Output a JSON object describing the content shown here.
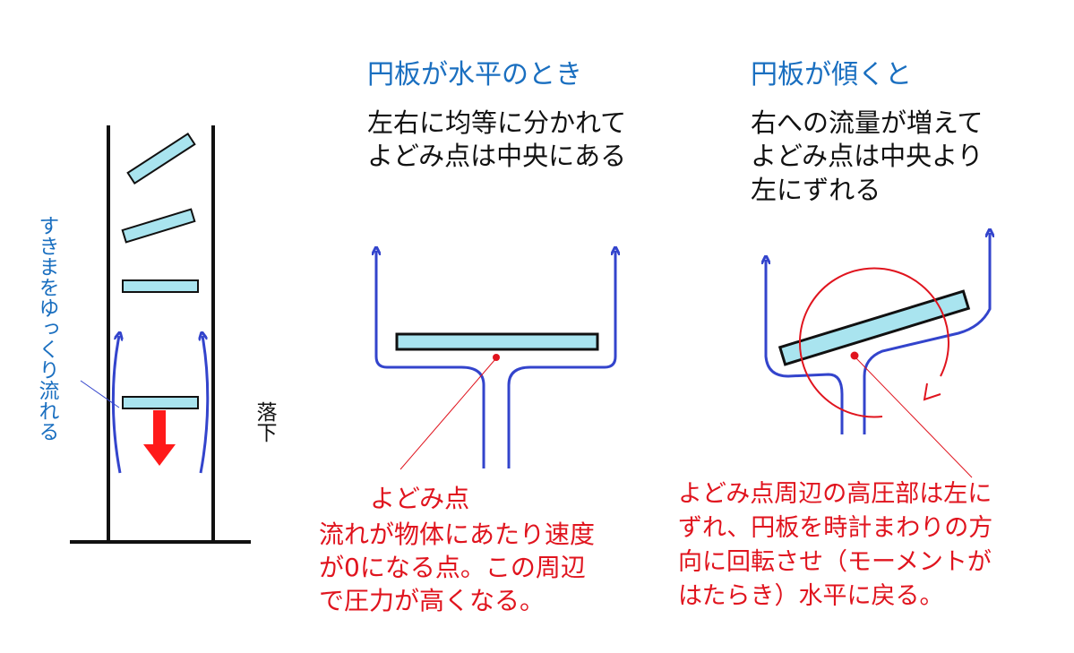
{
  "colors": {
    "flow_blue": "#3344cc",
    "title_blue": "#1a6fc0",
    "disk_fill": "#a9e4ef",
    "red": "#e0141e",
    "black": "#111111"
  },
  "left_panel": {
    "slow_flow_label": "すきまをゆっくり流れる",
    "fall_label": "落下"
  },
  "middle_panel": {
    "title": "円板が水平のとき",
    "desc_line1": "左右に均等に分かれて",
    "desc_line2": "よどみ点は中央にある",
    "note_title": "よどみ点",
    "note_line1": "流れが物体にあたり速度",
    "note_line2": "が0になる点。この周辺",
    "note_line3": "で圧力が高くなる。"
  },
  "right_panel": {
    "title": "円板が傾くと",
    "desc_line1": "右への流量が増えて",
    "desc_line2": "よどみ点は中央より",
    "desc_line3": "左にずれる",
    "note_line1": "よどみ点周辺の高圧部は左に",
    "note_line2": "ずれ、円板を時計まわりの方",
    "note_line3": "向に回転させ（モーメントが",
    "note_line4": "はたらき）水平に戻る。"
  }
}
